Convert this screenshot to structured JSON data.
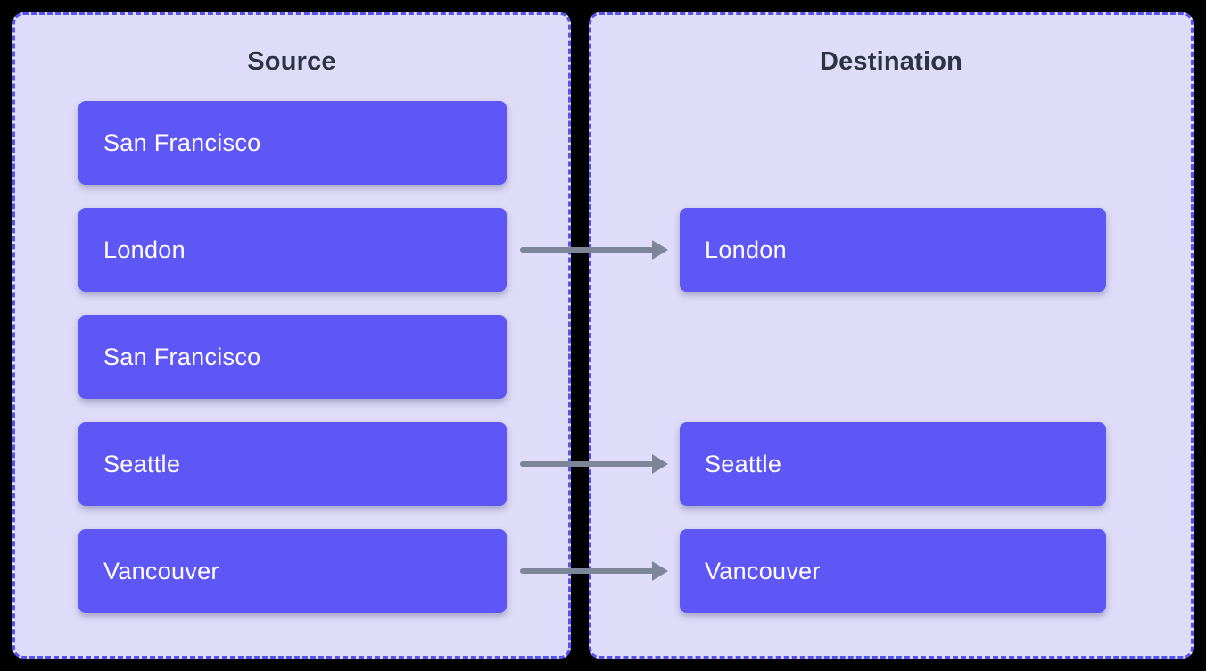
{
  "source": {
    "title": "Source",
    "items": [
      "San Francisco",
      "London",
      "San Francisco",
      "Seattle",
      "Vancouver"
    ]
  },
  "destination": {
    "title": "Destination",
    "items": [
      null,
      "London",
      null,
      "Seattle",
      "Vancouver"
    ]
  },
  "arrows": [
    {
      "from": "London",
      "to": "London",
      "row": 1
    },
    {
      "from": "Seattle",
      "to": "Seattle",
      "row": 3
    },
    {
      "from": "Vancouver",
      "to": "Vancouver",
      "row": 4
    }
  ],
  "colors": {
    "background": "#000000",
    "panel-bg": "#dedcf8",
    "panel-border": "#5652f2",
    "box-bg": "#5f57f5",
    "box-text": "#ffffff",
    "title-text": "#2e3344",
    "arrow": "#7c8698"
  }
}
